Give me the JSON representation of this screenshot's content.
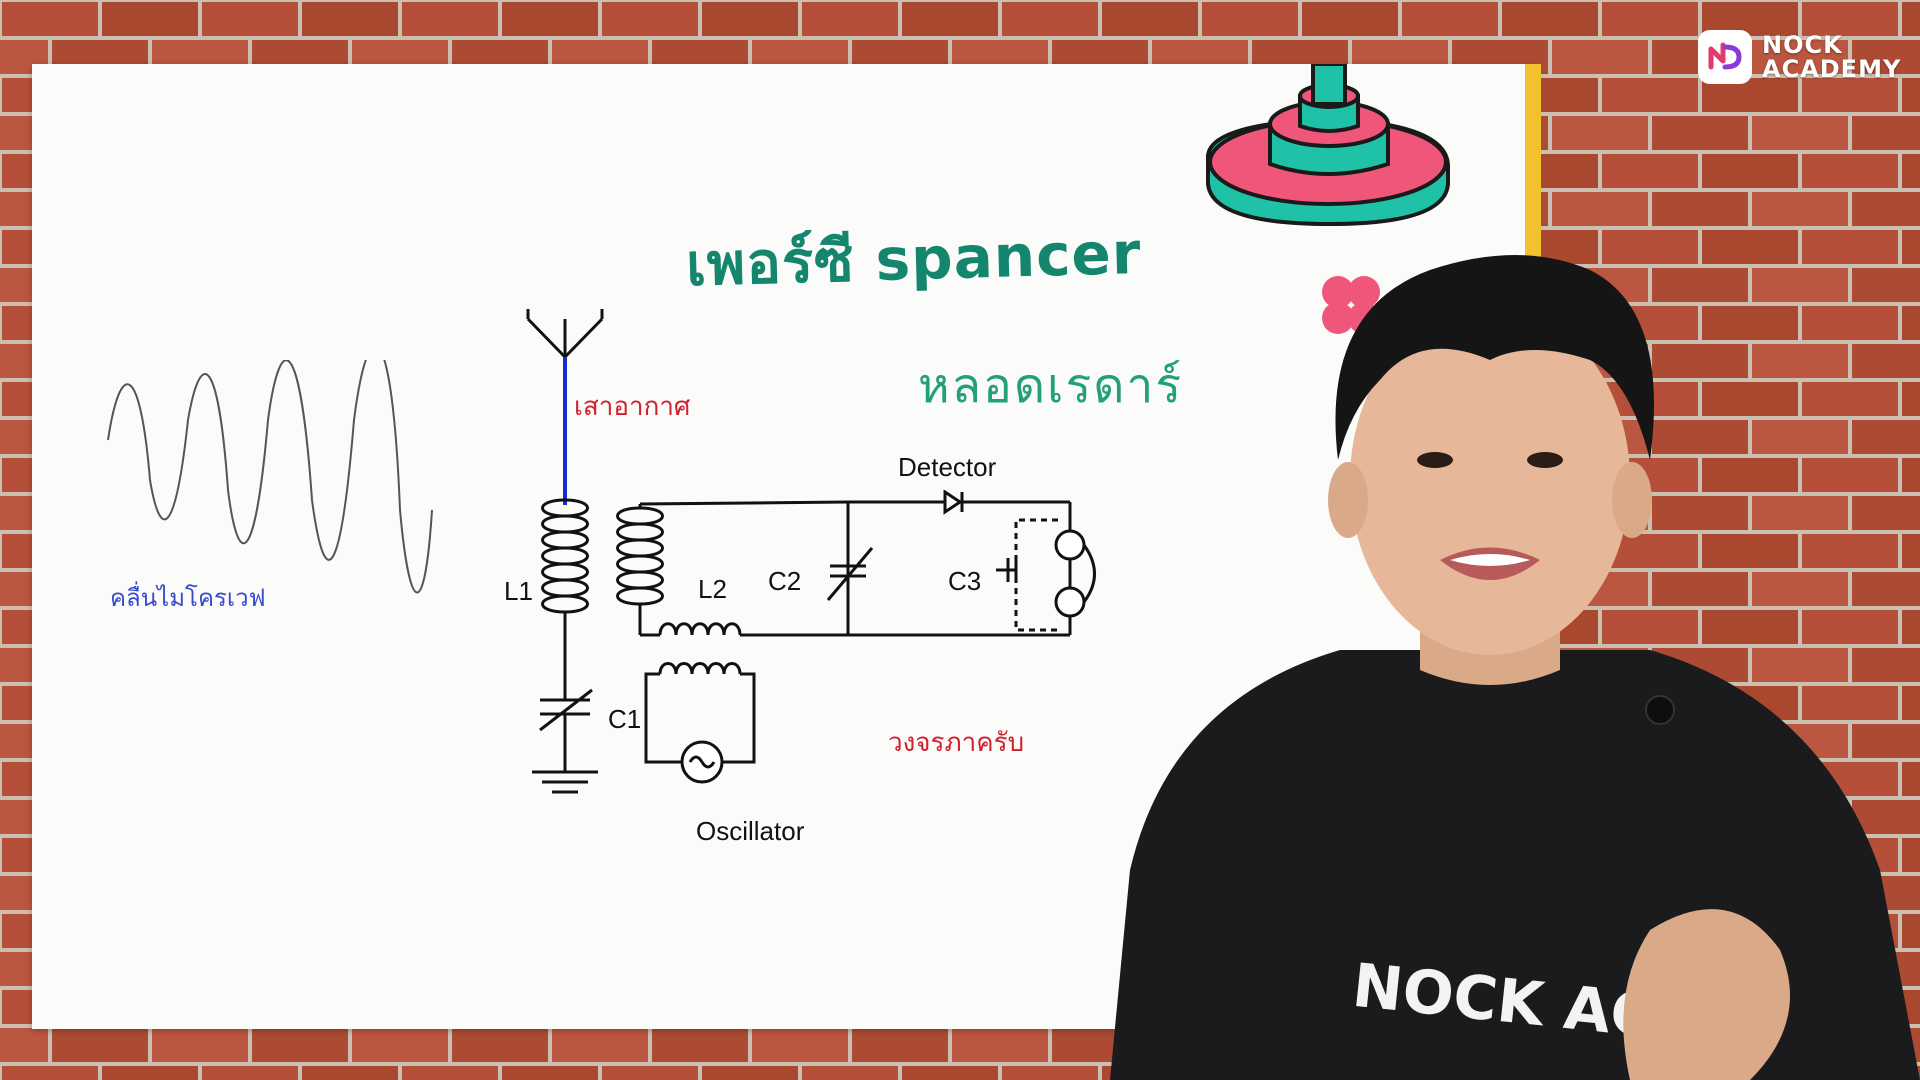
{
  "logo": {
    "line1": "NOCK",
    "line2": "ACADEMY"
  },
  "board": {
    "title": "เพอร์ซี spancer",
    "note": "หลอดเรดาร์",
    "wave_label": "คลื่นไมโครเวฟ",
    "antenna_label": "เสาอากาศ",
    "receiver_label": "วงจรภาครับ"
  },
  "circuit": {
    "detector": "Detector",
    "l1": "L1",
    "l2": "L2",
    "c1": "C1",
    "c2": "C2",
    "c3": "C3",
    "oscillator": "Oscillator"
  },
  "shirt": {
    "print": "NOCK ACA"
  },
  "colors": {
    "title": "#13866d",
    "red_labels": "#d0202e",
    "blue_label": "#3a4ad0",
    "antenna_line": "#1a2bd6",
    "brick": "#b7503b",
    "teal_decor": "#1fc1a7",
    "pink_decor": "#f0567a"
  }
}
